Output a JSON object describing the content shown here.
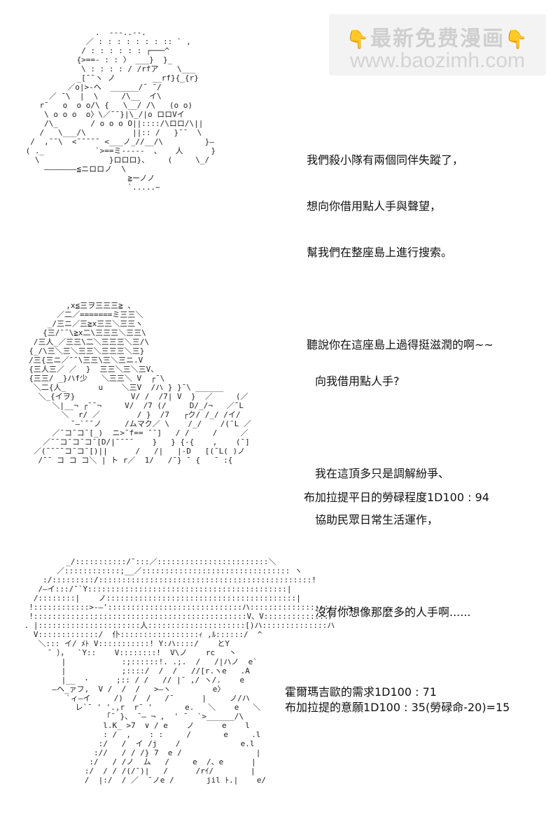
{
  "watermark": {
    "line1": "最新免费漫画",
    "line2": "www.baozimh.com",
    "icon_left": "pointing-down-hand-icon",
    "icon_right": "pointing-down-hand-icon"
  },
  "panel1": {
    "lines": [
      "我們殺小隊有兩個同伴失蹤了，",
      "想向你借用點人手與聲望，",
      "幫我們在整座島上進行搜索。",
      "",
      "聽說你在這座島上過得挺滋潤的啊~~"
    ]
  },
  "panel2": {
    "lines": [
      "向我借用點人手?",
      "",
      "我在這頂多只是調解紛爭、",
      "協助民眾日常生活運作，",
      "",
      "沒有你想像那麼多的人手啊......"
    ],
    "roll": "布加拉提平日的勞碌程度1D100 : 94"
  },
  "panel3": {
    "roll1": "霍爾瑪吉歐的需求1D100 : 71",
    "roll2": "布加拉提的意願1D100 : 35(勞碌命-20)=15"
  }
}
